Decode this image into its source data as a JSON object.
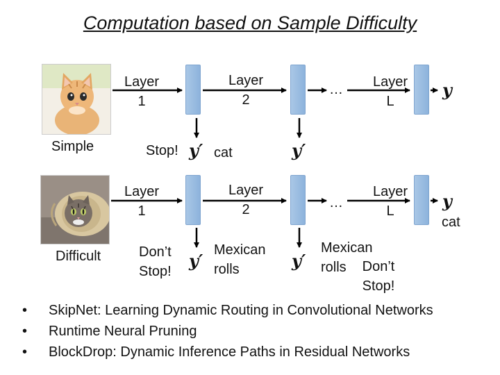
{
  "title": "Computation based on Sample Difficulty",
  "top_row": {
    "row_label": "Simple",
    "layer1": "Layer 1",
    "layer2": "Layer 2",
    "ellipsis": "…",
    "layerL": "Layer L",
    "output": "y",
    "exit1_prime": "y′",
    "exit1_text": "Stop!",
    "exit1_result": "cat",
    "exit2_prime": "y′"
  },
  "bottom_row": {
    "row_label": "Difficult",
    "layer1": "Layer 1",
    "layer2": "Layer 2",
    "ellipsis": "…",
    "layerL": "Layer L",
    "output": "y",
    "output_result": "cat",
    "exit1_prime": "y′",
    "exit1_text": "Don’t Stop!",
    "exit1_result": "Mexican rolls",
    "exit2_prime": "y′",
    "exit2_result": "Mexican rolls",
    "exit2_text": "Don’t Stop!"
  },
  "bullets": [
    "SkipNet: Learning Dynamic Routing in Convolutional Networks",
    "Runtime Neural Pruning",
    "BlockDrop: Dynamic Inference Paths in Residual Networks"
  ],
  "bullet_glyph": "•",
  "colors": {
    "layer_bar": "#9dbde2",
    "arrow": "#000000"
  },
  "icons": {
    "simple_image": "kitten-photo",
    "difficult_image": "cat-in-paper-roll-photo"
  }
}
